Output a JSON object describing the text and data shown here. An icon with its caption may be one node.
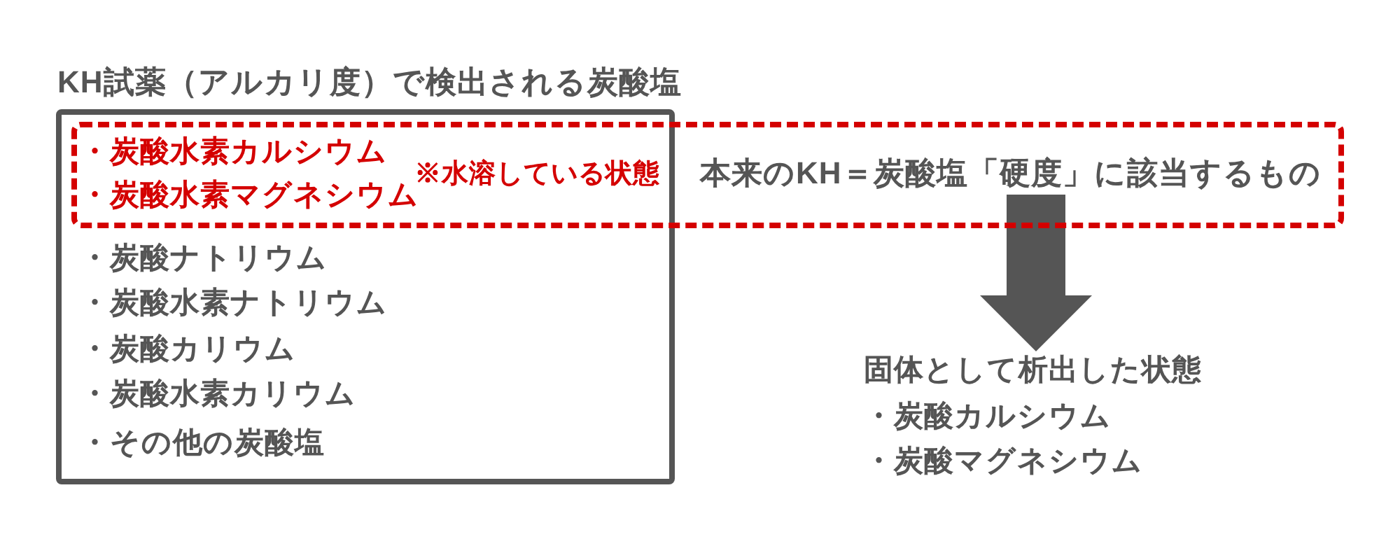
{
  "diagram": {
    "nodes": [
      {
        "text": [
          "KH試薬（アルカリ度）で検出される炭酸塩",
          "・炭酸ナトリウム",
          "・炭酸水素ナトリウム",
          "・炭酸カリウム",
          "・炭酸水素カリウム",
          "・その他の炭酸塩"
        ]
      },
      {
        "text": [
          "・炭酸水素カルシウム",
          "・炭酸水素マグネシウム",
          "※水溶している状態"
        ]
      },
      {
        "text": [
          "本来のKH＝炭酸塩「硬度」に該当するもの"
        ],
        "in": 1
      },
      {
        "text": [
          "固体として析出した状態",
          "・炭酸カルシウム",
          "・炭酸マグネシウム"
        ]
      }
    ],
    "edges": [
      {
        "from": 2,
        "to": 3,
        "arrow": "to"
      }
    ]
  }
}
